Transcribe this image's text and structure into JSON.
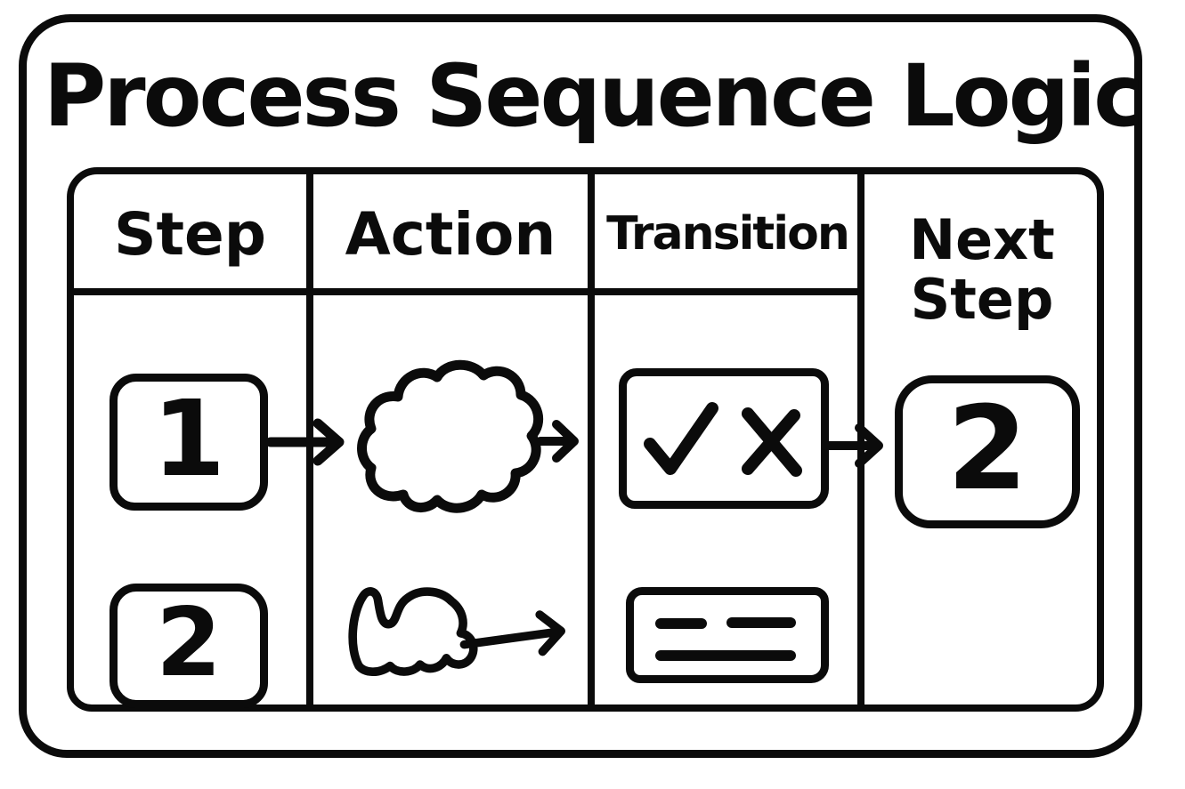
{
  "title": "Process Sequence Logic",
  "colors": {
    "ink": "#0b0b0b",
    "paper": "#ffffff"
  },
  "table": {
    "headers": [
      "Step",
      "Action",
      "Transition",
      "Next Step"
    ],
    "rows": [
      {
        "step": "1",
        "action_icon": "cloud-icon",
        "transition_icons": [
          "check-icon",
          "x-icon"
        ],
        "next_step": "2"
      },
      {
        "step": "2",
        "action_icon": "scribble-arrow-icon",
        "transition_icon": "dashed-lines-box-icon",
        "next_step": ""
      }
    ]
  },
  "icons": {
    "arrow": "right-arrow-icon",
    "check": "check-icon",
    "cross": "x-icon",
    "cloud": "cloud-icon",
    "scribble": "scribble-arrow-icon",
    "dashes": "dashed-lines-box-icon"
  }
}
